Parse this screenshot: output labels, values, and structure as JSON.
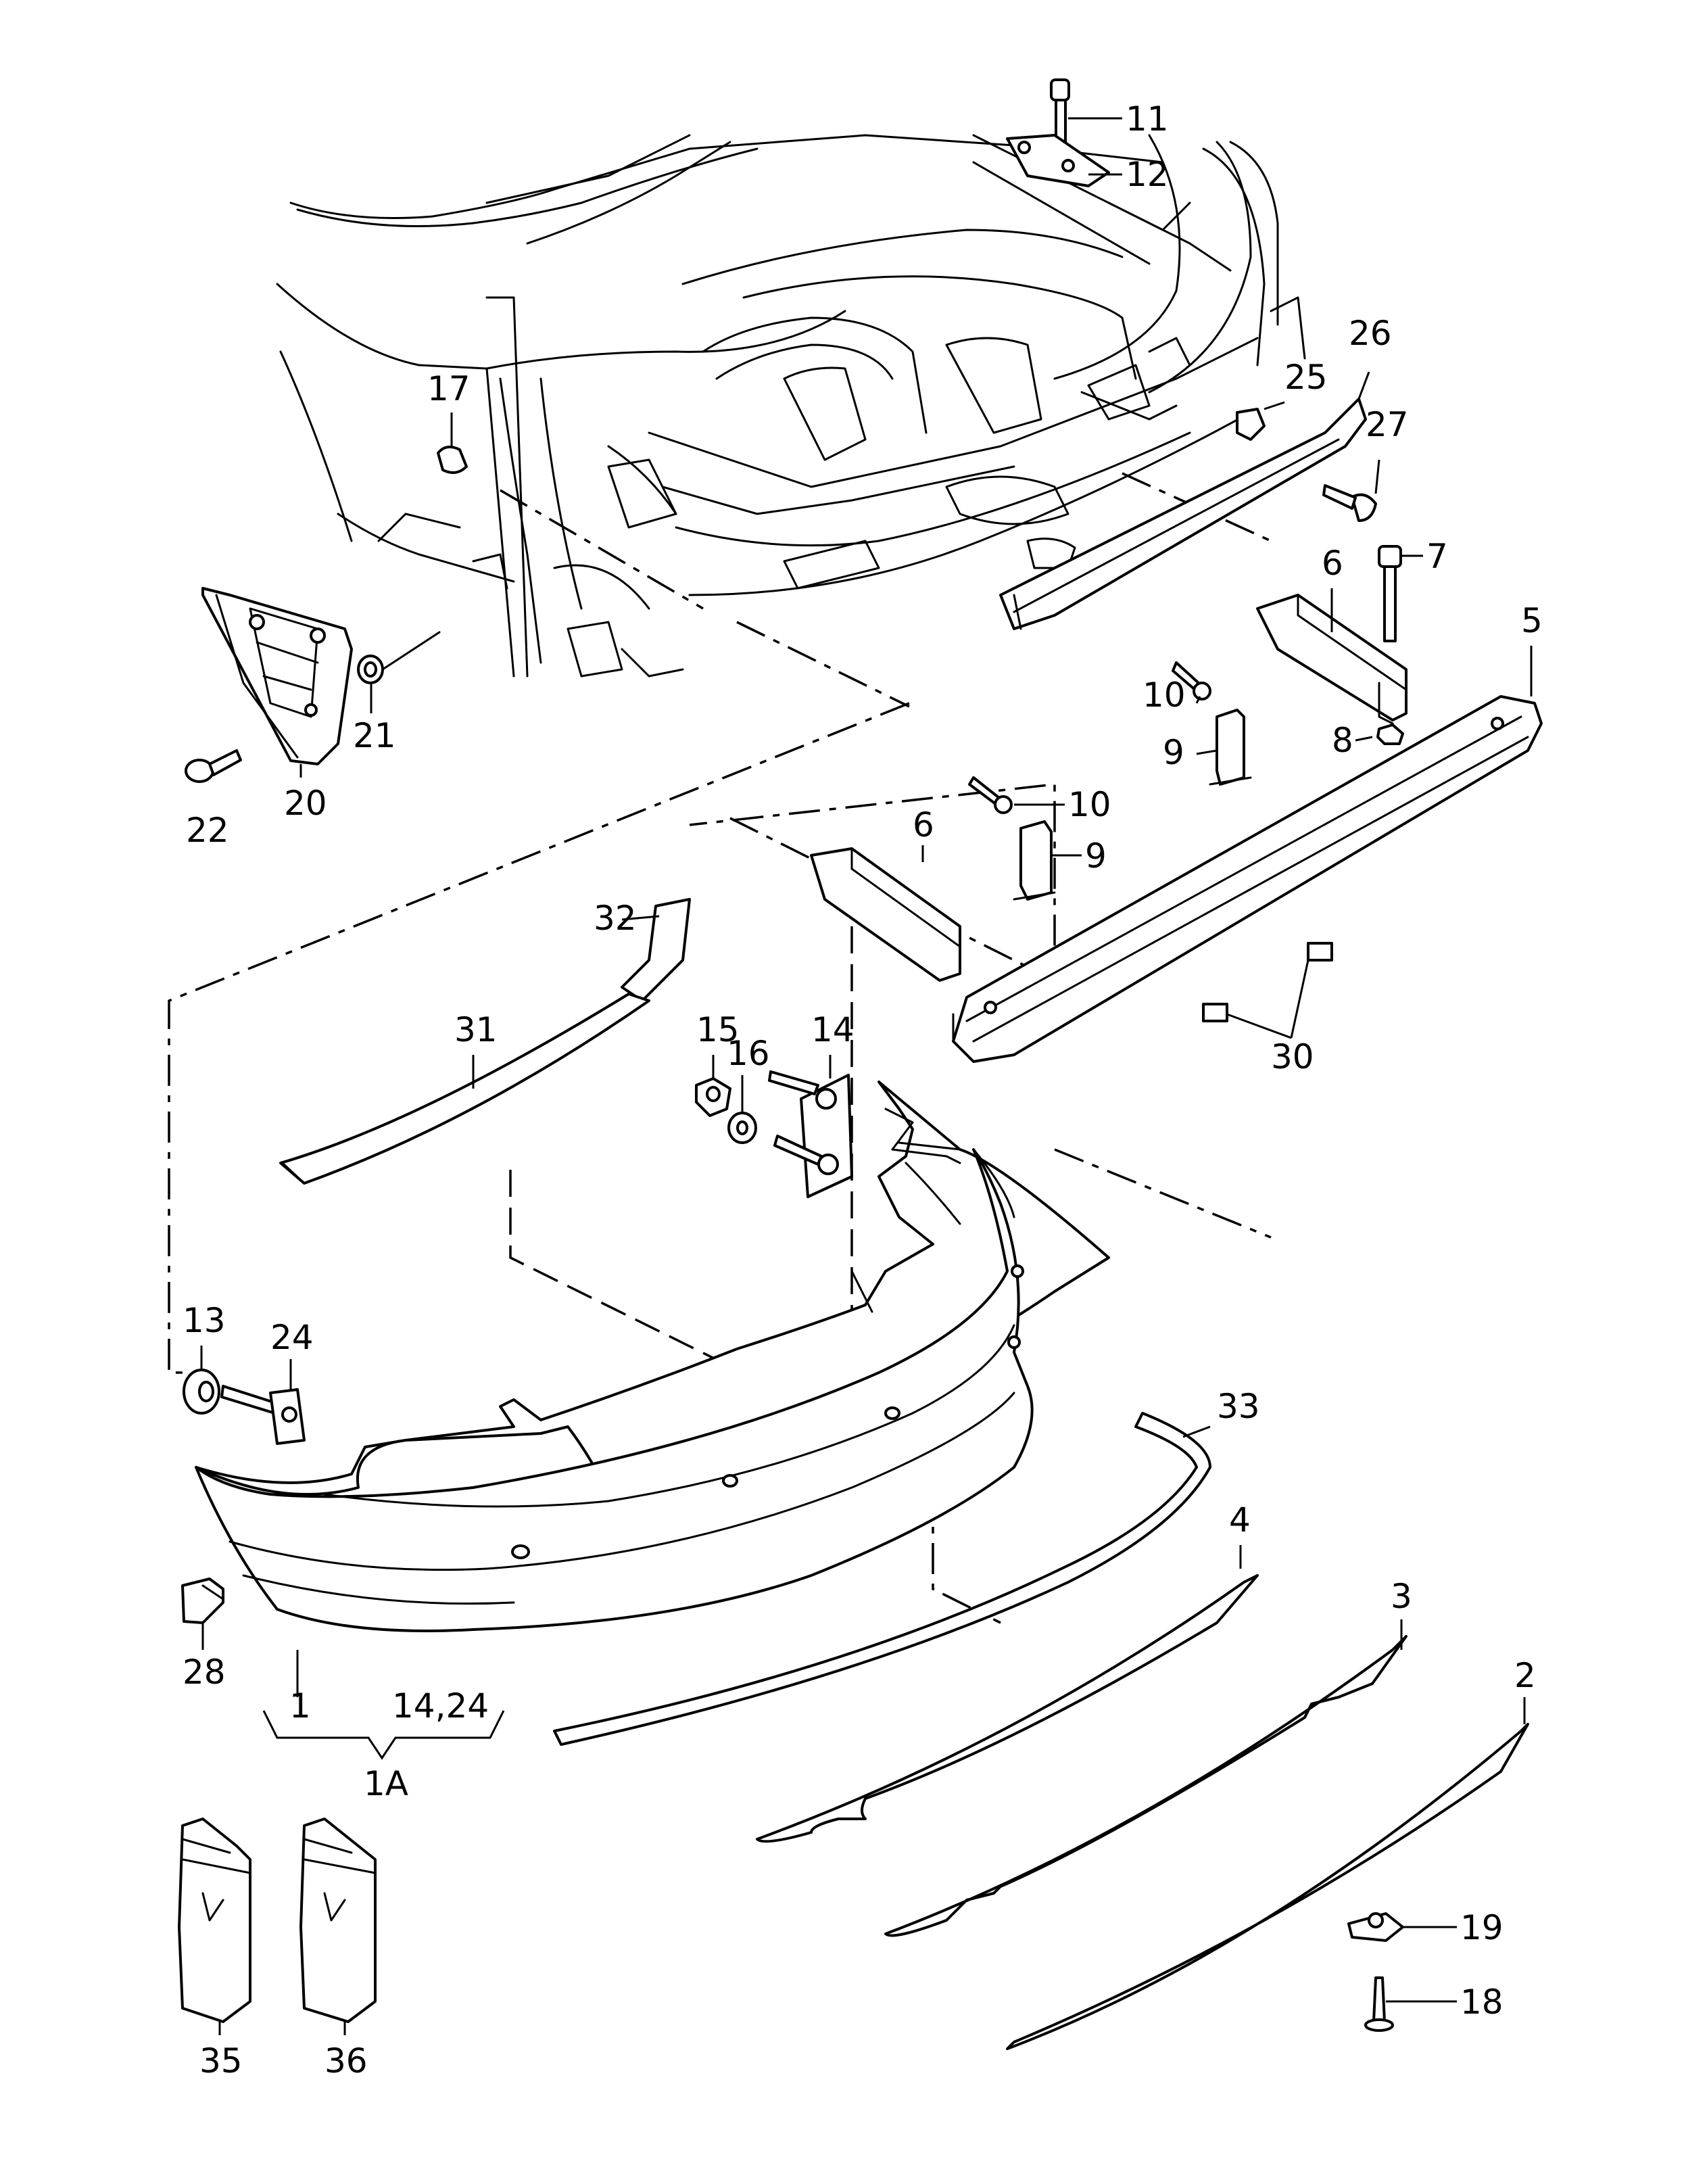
{
  "callouts": {
    "c1": "1",
    "c1A": "1A",
    "c14_24": "14,24",
    "c2": "2",
    "c3": "3",
    "c4": "4",
    "c5": "5",
    "c6a": "6",
    "c6b": "6",
    "c7": "7",
    "c8": "8",
    "c9a": "9",
    "c9b": "9",
    "c10a": "10",
    "c10b": "10",
    "c11": "11",
    "c12": "12",
    "c13": "13",
    "c14": "14",
    "c15": "15",
    "c16": "16",
    "c17": "17",
    "c18": "18",
    "c19": "19",
    "c20": "20",
    "c21": "21",
    "c22": "22",
    "c24": "24",
    "c25": "25",
    "c26": "26",
    "c27": "27",
    "c28": "28",
    "c30": "30",
    "c31": "31",
    "c32": "32",
    "c33": "33",
    "c35": "35",
    "c36": "36"
  }
}
